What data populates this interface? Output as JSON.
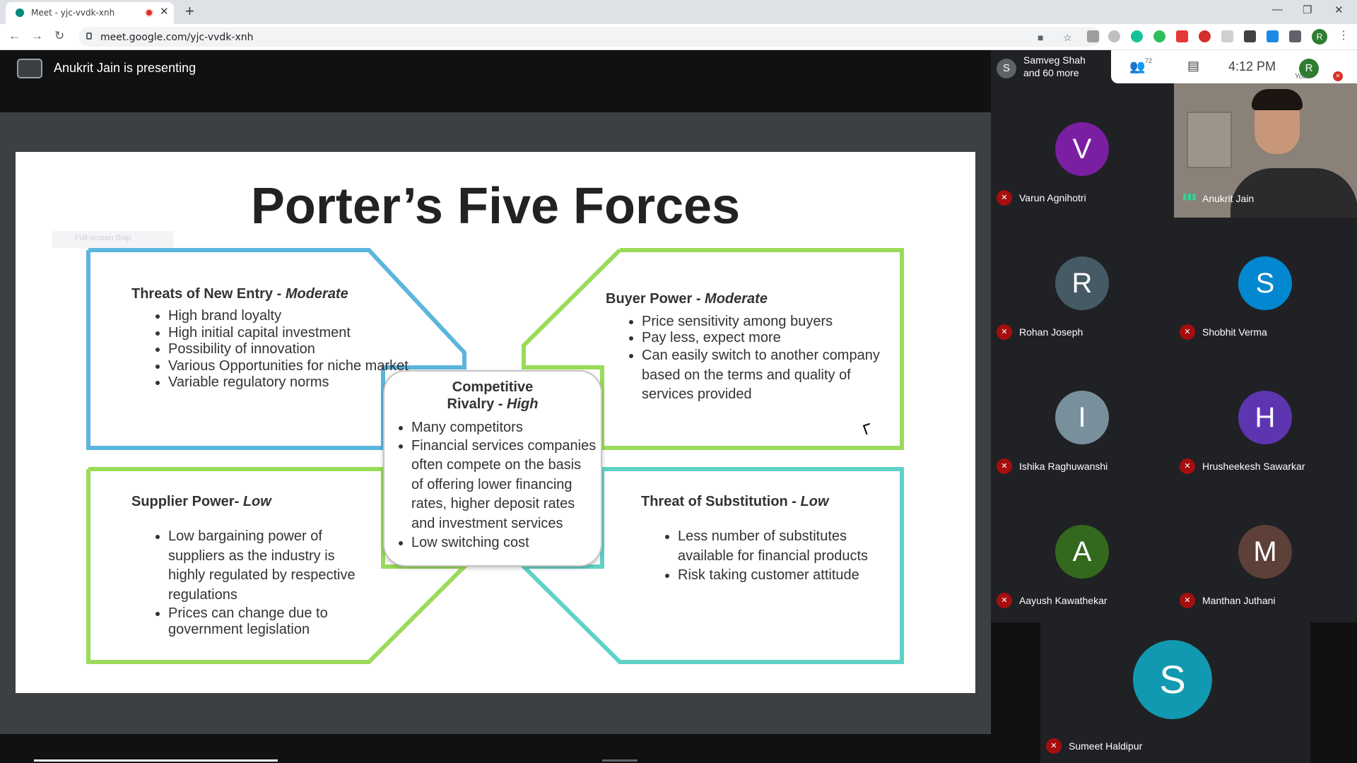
{
  "browser": {
    "tab_title": "Meet - yjc-vvdk-xnh",
    "url": "meet.google.com/yjc-vvdk-xnh",
    "profile_initial": "R"
  },
  "meet": {
    "presenting_text": "Anukrit Jain is presenting",
    "others_label_1": "Samveg Shah",
    "others_label_2": "and 60 more",
    "others_initial": "S",
    "people_count": "72",
    "time": "4:12 PM",
    "self_initial": "R",
    "self_label": "You"
  },
  "slide": {
    "title": "Porter’s Five Forces",
    "snip_text": "Full-screen Snip",
    "forces": {
      "new_entry": {
        "title": "Threats of New Entry - ",
        "level": "Moderate",
        "items": [
          "High brand loyalty",
          "High initial capital investment",
          "Possibility of innovation",
          "Various Opportunities for niche market",
          "Variable regulatory norms"
        ]
      },
      "buyer": {
        "title": "Buyer Power - ",
        "level": "Moderate",
        "items": [
          "Price sensitivity among buyers",
          "Pay less, expect more",
          "Can easily switch to another company based on the terms and quality of services provided"
        ]
      },
      "supplier": {
        "title": "Supplier Power- ",
        "level": "Low",
        "items": [
          "Low bargaining power of suppliers as the industry is highly regulated by respective regulations",
          "Prices can change due to government legislation"
        ]
      },
      "substitution": {
        "title": "Threat of Substitution - ",
        "level": "Low",
        "items": [
          "Less number of substitutes available for financial products",
          "Risk taking customer attitude"
        ]
      },
      "rivalry": {
        "title_line1": "Competitive",
        "title_line2": "Rivalry - ",
        "level": "High",
        "items": [
          "Many competitors",
          "Financial services companies often compete on the basis of offering lower financing rates, higher deposit rates and investment services",
          "Low switching cost"
        ]
      }
    }
  },
  "participants": [
    {
      "initial": "V",
      "name": "Varun Agnihotri",
      "color": "#7b1fa2"
    },
    {
      "initial": "R",
      "name": "Rohan Joseph",
      "color": "#455a64"
    },
    {
      "initial": "S",
      "name": "Shobhit Verma",
      "color": "#0288d1"
    },
    {
      "initial": "I",
      "name": "Ishika Raghuwanshi",
      "color": "#78909c"
    },
    {
      "initial": "H",
      "name": "Hrusheekesh Sawarkar",
      "color": "#5e35b1"
    },
    {
      "initial": "A",
      "name": "Aayush Kawathekar",
      "color": "#33691e"
    },
    {
      "initial": "M",
      "name": "Manthan Juthani",
      "color": "#5d4037"
    }
  ],
  "presenter_tile": {
    "name": "Anukrit Jain"
  },
  "featured": {
    "initial": "S",
    "name": "Sumeet Haldipur",
    "color": "#1099b0"
  },
  "colors": {
    "blue": "#5bb6dc",
    "green": "#9adb5a",
    "teal": "#5ed2c6"
  }
}
